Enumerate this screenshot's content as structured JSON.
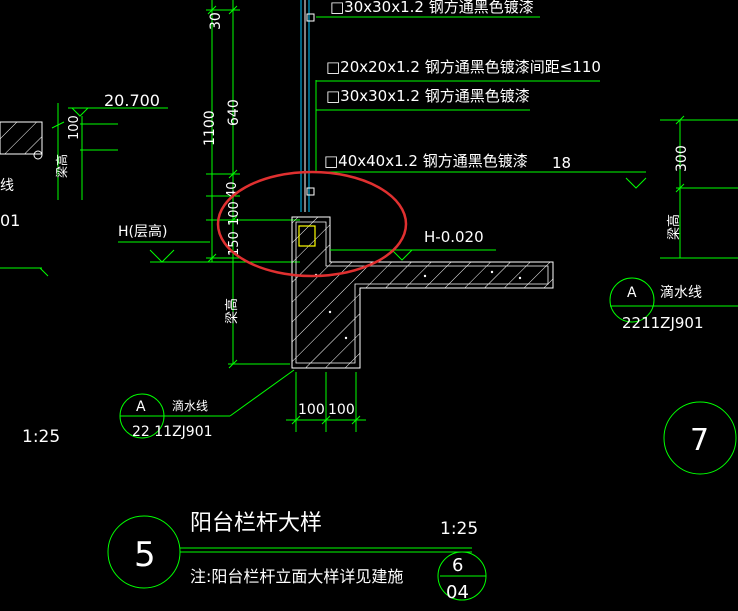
{
  "colors": {
    "background": "#000000",
    "line": "#00ff00",
    "text": "#ffffff",
    "highlight": "#e03030",
    "rail": "#00c8ff"
  },
  "texts": {
    "spec_30_top": "□30x30x1.2 钢方通黑色镀漆",
    "spec_20": "□20x20x1.2 钢方通黑色镀漆间距≤110",
    "spec_30": "□30x30x1.2 钢方通黑色镀漆",
    "spec_40": "□40x40x1.2 钢方通黑色镀漆",
    "num_18": "18",
    "level_20700": "20.700",
    "level_h": "H(层高)",
    "level_slab": "H-0.020",
    "dim_30": "30",
    "dim_1100": "1100",
    "dim_640": "640",
    "dim_40": "40",
    "dim_100": "100",
    "dim_150": "150",
    "dim_100_left": "100",
    "dim_300": "300",
    "beam_height": "梁高",
    "dim_100a": "100",
    "dim_100b": "100",
    "drip_a_left": "A",
    "drip_label_left": "滴水线",
    "drip_ref_left": "22 11ZJ901",
    "drip_a_right": "A",
    "drip_label_right": "滴水线",
    "drip_ref_right": "2211ZJ901",
    "scale_left": "1:25",
    "num_01": "01",
    "num_7": "7",
    "detail_num": "5",
    "detail_title": "阳台栏杆大样",
    "detail_scale": "1:25",
    "note": "注:阳台栏杆立面大样详见建施",
    "ref_top": "6",
    "ref_bottom": "04",
    "left_char": "线"
  }
}
